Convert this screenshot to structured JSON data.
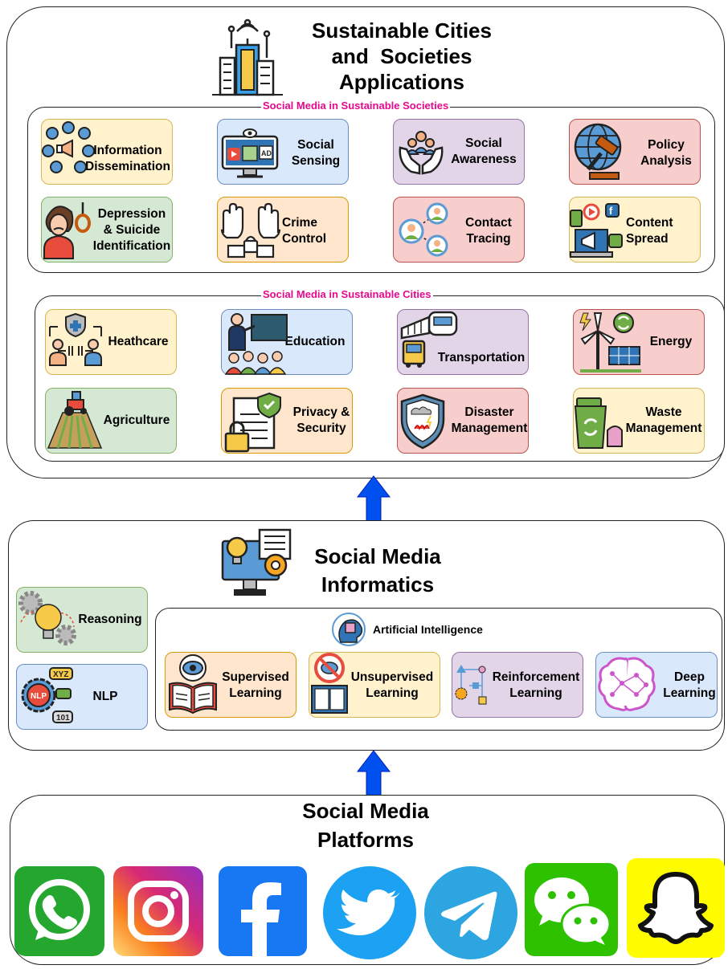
{
  "top": {
    "title_lines": [
      "Sustainable Cities",
      "and  Societies",
      "Applications"
    ],
    "societies": {
      "title": "Social Media in Sustainable Societies",
      "items": [
        {
          "lines": [
            "Information",
            "Dissemination"
          ],
          "icon": "people-network-megaphone-icon",
          "color": "#fff2cc"
        },
        {
          "lines": [
            "Social",
            "Sensing"
          ],
          "icon": "monitor-ad-icon",
          "color": "#dae8fc"
        },
        {
          "lines": [
            "Social",
            "Awareness"
          ],
          "icon": "hands-people-icon",
          "color": "#e1d5e7"
        },
        {
          "lines": [
            "Policy",
            "Analysis"
          ],
          "icon": "globe-gavel-icon",
          "color": "#f8cecc"
        },
        {
          "lines": [
            "Depression",
            "& Suicide",
            "Identification"
          ],
          "icon": "person-noose-icon",
          "color": "#d5e8d4"
        },
        {
          "lines": [
            "Crime",
            "Control"
          ],
          "icon": "hands-lock-icon",
          "color": "#ffe6cc"
        },
        {
          "lines": [
            "Contact",
            "Tracing"
          ],
          "icon": "contact-network-icon",
          "color": "#f8cecc"
        },
        {
          "lines": [
            "Content",
            "Spread"
          ],
          "icon": "laptop-megaphone-icon",
          "color": "#fff2cc"
        }
      ]
    },
    "cities": {
      "title": "Social Media in Sustainable Cities",
      "items": [
        {
          "lines": [
            "Heathcare"
          ],
          "icon": "doctors-shield-icon",
          "color": "#fff2cc"
        },
        {
          "lines": [
            "Education"
          ],
          "icon": "classroom-icon",
          "color": "#dae8fc"
        },
        {
          "lines": [
            "Transportation"
          ],
          "icon": "train-bus-icon",
          "color": "#e1d5e7"
        },
        {
          "lines": [
            "Energy"
          ],
          "icon": "wind-solar-icon",
          "color": "#f8cecc"
        },
        {
          "lines": [
            "Agriculture"
          ],
          "icon": "tractor-field-icon",
          "color": "#d5e8d4"
        },
        {
          "lines": [
            "Privacy &",
            "Security"
          ],
          "icon": "document-lock-icon",
          "color": "#ffe6cc"
        },
        {
          "lines": [
            "Disaster",
            "Management"
          ],
          "icon": "disaster-shield-icon",
          "color": "#f8cecc"
        },
        {
          "lines": [
            "Waste",
            "Management"
          ],
          "icon": "waste-bin-icon",
          "color": "#fff2cc"
        }
      ]
    }
  },
  "middle": {
    "title_lines": [
      "Social Media",
      "Informatics"
    ],
    "reasoning": {
      "label": "Reasoning",
      "icon": "gears-lightbulb-icon"
    },
    "nlp": {
      "label": "NLP",
      "icon": "nlp-gear-icon"
    },
    "ai": {
      "title": "Artificial Intelligence",
      "items": [
        {
          "lines": [
            "Supervised",
            "Learning"
          ],
          "icon": "book-eye-icon",
          "color": "#ffe6cc"
        },
        {
          "lines": [
            "Unsupervised",
            "Learning"
          ],
          "icon": "book-no-eye-icon",
          "color": "#fff2cc"
        },
        {
          "lines": [
            "Reinforcement",
            "Learning"
          ],
          "icon": "flowchart-icon",
          "color": "#e1d5e7"
        },
        {
          "lines": [
            "Deep",
            "Learning"
          ],
          "icon": "brain-network-icon",
          "color": "#dae8fc"
        }
      ]
    }
  },
  "bottom": {
    "title_lines": [
      "Social Media",
      "Platforms"
    ],
    "platforms": [
      {
        "name": "WhatsApp",
        "icon": "whatsapp-icon",
        "color": "#25a62e"
      },
      {
        "name": "Instagram",
        "icon": "instagram-icon",
        "color": "#e1306c"
      },
      {
        "name": "Facebook",
        "icon": "facebook-icon",
        "color": "#1877f2"
      },
      {
        "name": "Twitter",
        "icon": "twitter-icon",
        "color": "#1da1f2"
      },
      {
        "name": "Telegram",
        "icon": "telegram-icon",
        "color": "#2ca5e0"
      },
      {
        "name": "WeChat",
        "icon": "wechat-icon",
        "color": "#2dc100"
      },
      {
        "name": "Snapchat",
        "icon": "snapchat-icon",
        "color": "#fffc00"
      }
    ]
  },
  "arrow_color": "#0050ef"
}
